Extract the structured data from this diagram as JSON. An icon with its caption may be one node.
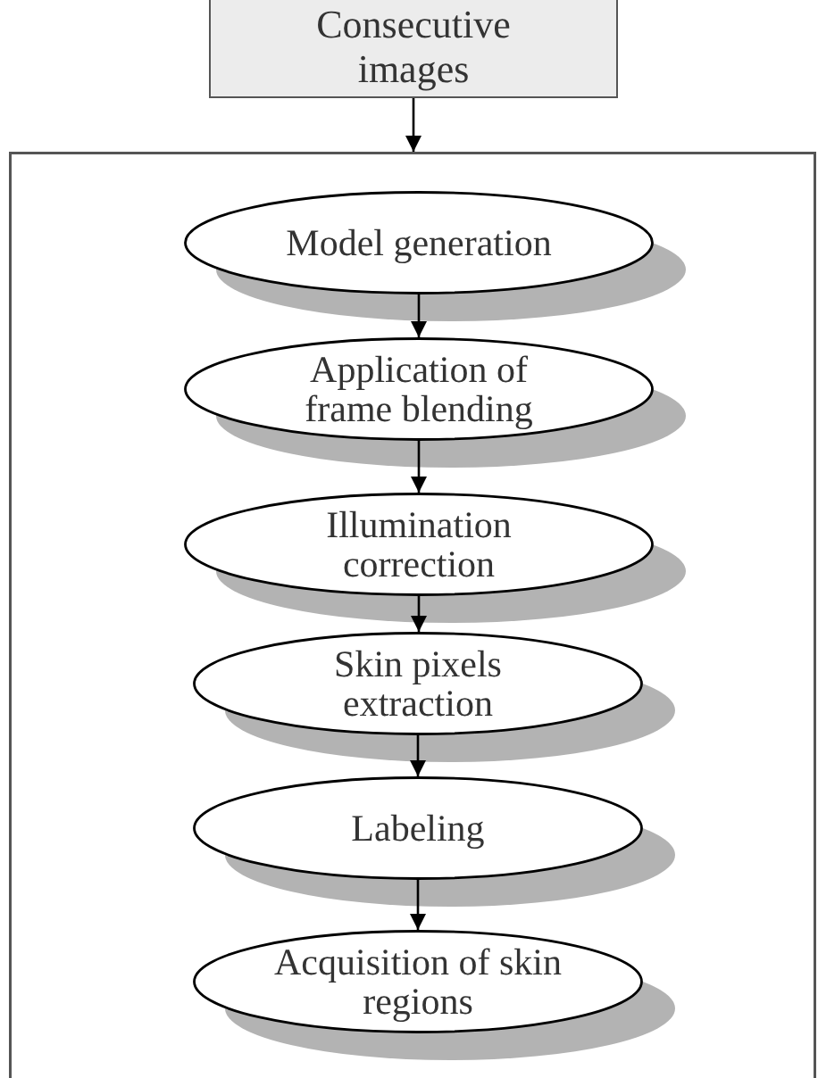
{
  "diagram": {
    "nodes": [
      {
        "text": [
          "Consecutive images"
        ]
      },
      {
        "text": [],
        "shape": "box"
      },
      {
        "text": [
          "Model generation"
        ],
        "in": 1
      },
      {
        "text": [
          "Application of frame blending"
        ],
        "in": 1
      },
      {
        "text": [
          "Illumination correction"
        ],
        "in": 1
      },
      {
        "text": [
          "Skin pixels extraction"
        ],
        "in": 1
      },
      {
        "text": [
          "Labeling"
        ],
        "in": 1
      },
      {
        "text": [
          "Acquisition of skin regions"
        ],
        "in": 1
      }
    ],
    "edges": [
      {
        "from": 0,
        "to": 1,
        "arrow": "to"
      },
      {
        "from": 2,
        "to": 3,
        "arrow": "to"
      },
      {
        "from": 3,
        "to": 4,
        "arrow": "to"
      },
      {
        "from": 4,
        "to": 5,
        "arrow": "to"
      },
      {
        "from": 5,
        "to": 6,
        "arrow": "to"
      },
      {
        "from": 6,
        "to": 7,
        "arrow": "to"
      }
    ]
  }
}
